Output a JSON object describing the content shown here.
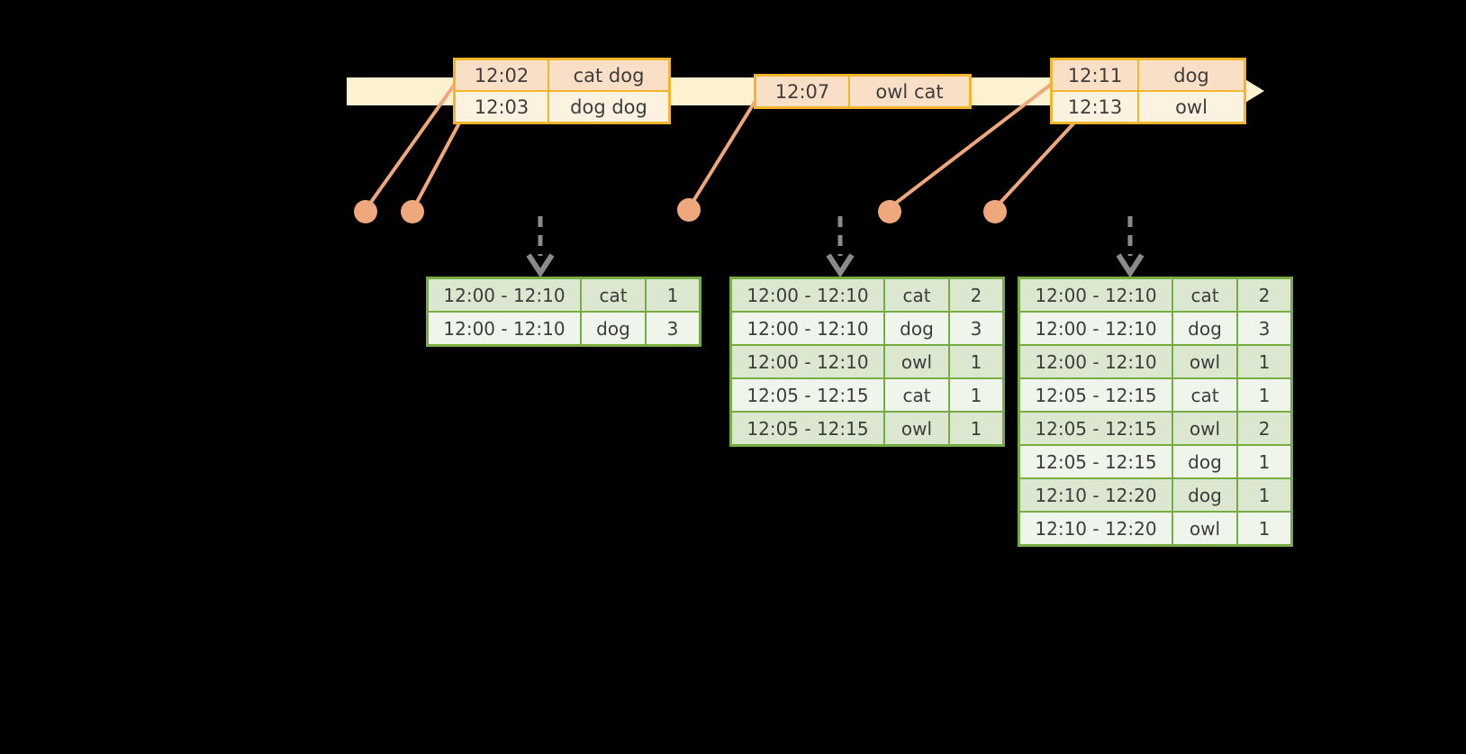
{
  "diagram": {
    "name": "windowed-word-count-streaming-diagram",
    "colors": {
      "gold": "#f2b52b",
      "timeline_band": "#fcf2cf",
      "row_peach": "#f9dfc6",
      "row_cream": "#fdf2e0",
      "salmon": "#efa87c",
      "green": "#77ac45",
      "row_green": "#dbe7cf",
      "row_white": "#f0f5eb",
      "gray_arrow": "#8b8b8b",
      "text_dark": "#3d3d3d"
    },
    "timeline": {
      "arrowhead_icon": "right-arrow-icon",
      "event_groups": [
        {
          "rows": [
            {
              "time": "12:02",
              "words": "cat dog"
            },
            {
              "time": "12:03",
              "words": "dog dog"
            }
          ]
        },
        {
          "rows": [
            {
              "time": "12:07",
              "words": "owl cat"
            }
          ]
        },
        {
          "rows": [
            {
              "time": "12:11",
              "words": "dog"
            },
            {
              "time": "12:13",
              "words": "owl"
            }
          ]
        }
      ]
    },
    "result_tables": [
      {
        "rows": [
          {
            "window": "12:00 - 12:10",
            "word": "cat",
            "count": "1"
          },
          {
            "window": "12:00 - 12:10",
            "word": "dog",
            "count": "3"
          }
        ]
      },
      {
        "rows": [
          {
            "window": "12:00 - 12:10",
            "word": "cat",
            "count": "2"
          },
          {
            "window": "12:00 - 12:10",
            "word": "dog",
            "count": "3"
          },
          {
            "window": "12:00 - 12:10",
            "word": "owl",
            "count": "1"
          },
          {
            "window": "12:05 - 12:15",
            "word": "cat",
            "count": "1"
          },
          {
            "window": "12:05 - 12:15",
            "word": "owl",
            "count": "1"
          }
        ]
      },
      {
        "rows": [
          {
            "window": "12:00 - 12:10",
            "word": "cat",
            "count": "2"
          },
          {
            "window": "12:00 - 12:10",
            "word": "dog",
            "count": "3"
          },
          {
            "window": "12:00 - 12:10",
            "word": "owl",
            "count": "1"
          },
          {
            "window": "12:05 - 12:15",
            "word": "cat",
            "count": "1"
          },
          {
            "window": "12:05 - 12:15",
            "word": "owl",
            "count": "2"
          },
          {
            "window": "12:05 - 12:15",
            "word": "dog",
            "count": "1"
          },
          {
            "window": "12:10 - 12:20",
            "word": "dog",
            "count": "1"
          },
          {
            "window": "12:10 - 12:20",
            "word": "owl",
            "count": "1"
          }
        ]
      }
    ]
  }
}
